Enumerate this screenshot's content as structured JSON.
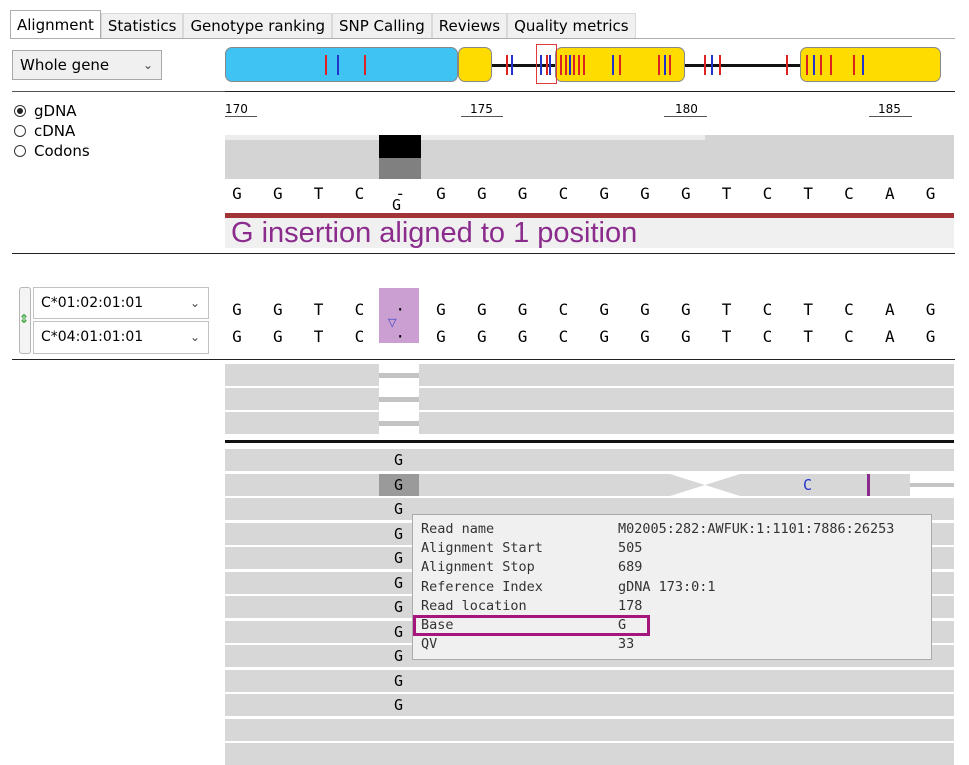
{
  "tabs": [
    "Alignment",
    "Statistics",
    "Genotype ranking",
    "SNP Calling",
    "Reviews",
    "Quality metrics"
  ],
  "region_select": {
    "value": "Whole gene"
  },
  "view_options": [
    "gDNA",
    "cDNA",
    "Codons"
  ],
  "ruler": [
    "170",
    "175",
    "180",
    "185"
  ],
  "reference_bases": [
    "G",
    "G",
    "T",
    "C",
    "-",
    "G",
    "G",
    "G",
    "C",
    "G",
    "G",
    "G",
    "T",
    "C",
    "T",
    "C",
    "A",
    "G"
  ],
  "insertion_base": "G",
  "annotation": "G insertion aligned to 1 position",
  "alleles": [
    {
      "name": "C*01:02:01:01",
      "bases": [
        "G",
        "G",
        "T",
        "C",
        "·",
        "G",
        "G",
        "G",
        "C",
        "G",
        "G",
        "G",
        "T",
        "C",
        "T",
        "C",
        "A",
        "G"
      ]
    },
    {
      "name": "C*04:01:01:01",
      "bases": [
        "G",
        "G",
        "T",
        "C",
        "·",
        "G",
        "G",
        "G",
        "C",
        "G",
        "G",
        "G",
        "T",
        "C",
        "T",
        "C",
        "A",
        "G"
      ]
    }
  ],
  "read_insert_bases": [
    "G",
    "G",
    "G",
    "G",
    "G",
    "G",
    "G",
    "G",
    "G",
    "G",
    "G"
  ],
  "read_mismatch_base": "C",
  "tooltip": {
    "rows": [
      {
        "key": "Read name",
        "value": "M02005:282:AWFUK:1:1101:7886:26253"
      },
      {
        "key": "Alignment Start",
        "value": "505"
      },
      {
        "key": "Alignment Stop",
        "value": "689"
      },
      {
        "key": "Reference Index",
        "value": "gDNA 173:0:1"
      },
      {
        "key": "Read location",
        "value": "178"
      },
      {
        "key": "Base",
        "value": "G"
      },
      {
        "key": "QV",
        "value": "33"
      }
    ]
  },
  "colors": {
    "exon_blue": "#3fc3f2",
    "exon_yellow": "#ffdc00",
    "insertion_purple": "#cc9fd3",
    "annotation_text": "#8b2c8d",
    "red_line": "#a23437",
    "highlight_box": "#a5157b"
  },
  "icons": {
    "swap": "swap-arrows-icon",
    "dropdown": "chevron-down-icon"
  }
}
